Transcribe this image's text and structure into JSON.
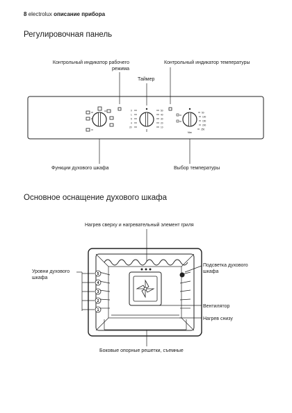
{
  "header": {
    "page_number": "8",
    "brand": "electrolux",
    "section": "описание прибора"
  },
  "control_panel": {
    "title": "Регулировочная панель",
    "labels": {
      "mode_indicator_line1": "Контрольный индикатор рабочего",
      "mode_indicator_line2": "режима",
      "temp_indicator": "Контрольный индикатор температуры",
      "timer": "Таймер",
      "oven_functions": "Функции духового шкафа",
      "temp_select": "Выбор температуры"
    },
    "timer_ticks_left": [
      "0",
      "1",
      "5",
      "4",
      "20"
    ],
    "timer_ticks_right": [
      "50",
      "40",
      "30",
      "20",
      "10"
    ],
    "temp_ticks": [
      "50",
      "100",
      "150",
      "200",
      "250",
      "Max"
    ]
  },
  "oven": {
    "title": "Основное оснащение духового шкафа",
    "labels": {
      "top_heat": "Нагрев сверху и нагревательный элемент гриля",
      "levels_line1": "Уровни духового",
      "levels_line2": "шкафа",
      "light_line1": "Подсветка духового",
      "light_line2": "шкафа",
      "fan": "Вентилятор",
      "bottom_heat": "Нагрев снизу",
      "side_racks": "Боковые опорные решетки, съемные"
    },
    "levels": [
      "5",
      "4",
      "3",
      "2",
      "1"
    ]
  }
}
